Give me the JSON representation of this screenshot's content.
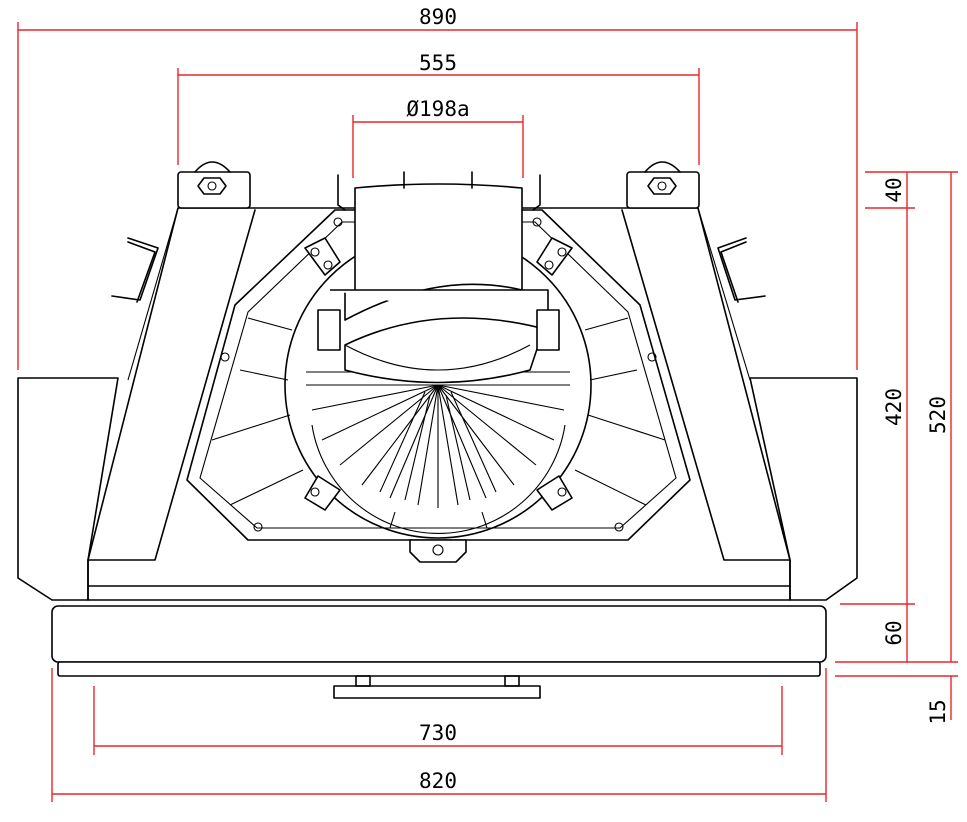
{
  "colors": {
    "dimension_line": "#e8262a",
    "outline": "#000000",
    "background": "#ffffff"
  },
  "dimensions": {
    "overall_width": "890",
    "top_width": "555",
    "flue_diameter": "Ø198a",
    "base_width_inner": "730",
    "base_width_outer": "820",
    "height_top": "40",
    "height_middle": "420",
    "height_total": "520",
    "height_base": "60",
    "height_foot": "15"
  }
}
